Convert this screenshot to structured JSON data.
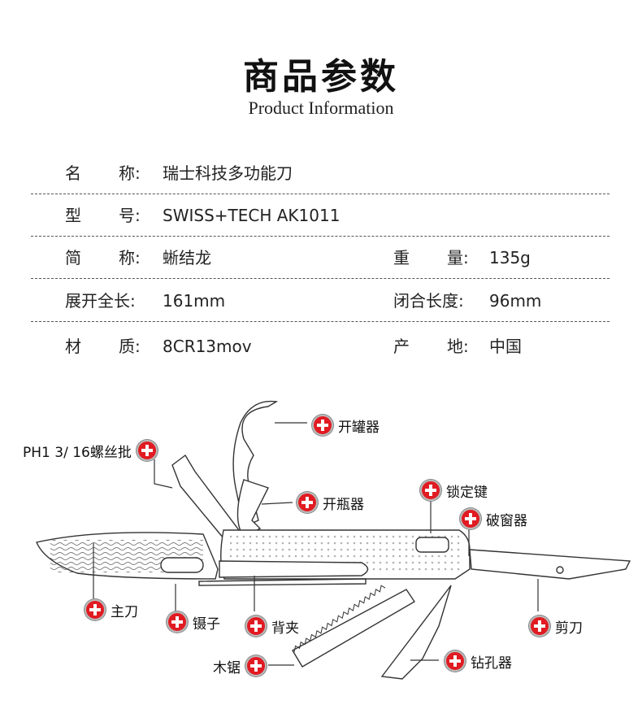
{
  "header": {
    "title": "商品参数",
    "subtitle": "Product Information"
  },
  "specs": {
    "name": {
      "label_a": "名",
      "label_b": "称:",
      "value": "瑞士科技多功能刀"
    },
    "model": {
      "label_a": "型",
      "label_b": "号:",
      "value": "SWISS+TECH AK1011"
    },
    "short": {
      "label_a": "简",
      "label_b": "称:",
      "value": "蜥结龙"
    },
    "weight": {
      "label_a": "重",
      "label_b": "量:",
      "value": "135g"
    },
    "open_length": {
      "label": "展开全长:",
      "value": "161mm"
    },
    "closed_length": {
      "label": "闭合长度:",
      "value": "96mm"
    },
    "material": {
      "label_a": "材",
      "label_b": "质:",
      "value": "8CR13mov"
    },
    "origin": {
      "label_a": "产",
      "label_b": "地:",
      "value": "中国"
    }
  },
  "callouts": {
    "can_opener": "开罐器",
    "screwdriver": "PH1 3/ 16螺丝批",
    "bottle_opener": "开瓶器",
    "lock_key": "锁定键",
    "window_breaker": "破窗器",
    "main_blade": "主刀",
    "tweezers": "镊子",
    "back_clip": "背夹",
    "scissors": "剪刀",
    "wood_saw": "木锯",
    "drill": "钻孔器"
  },
  "colors": {
    "badge_red": "#e11b22",
    "text": "#1a1a1a",
    "line": "#333333"
  },
  "icons": {
    "callout_badge": "swiss-cross-icon"
  }
}
